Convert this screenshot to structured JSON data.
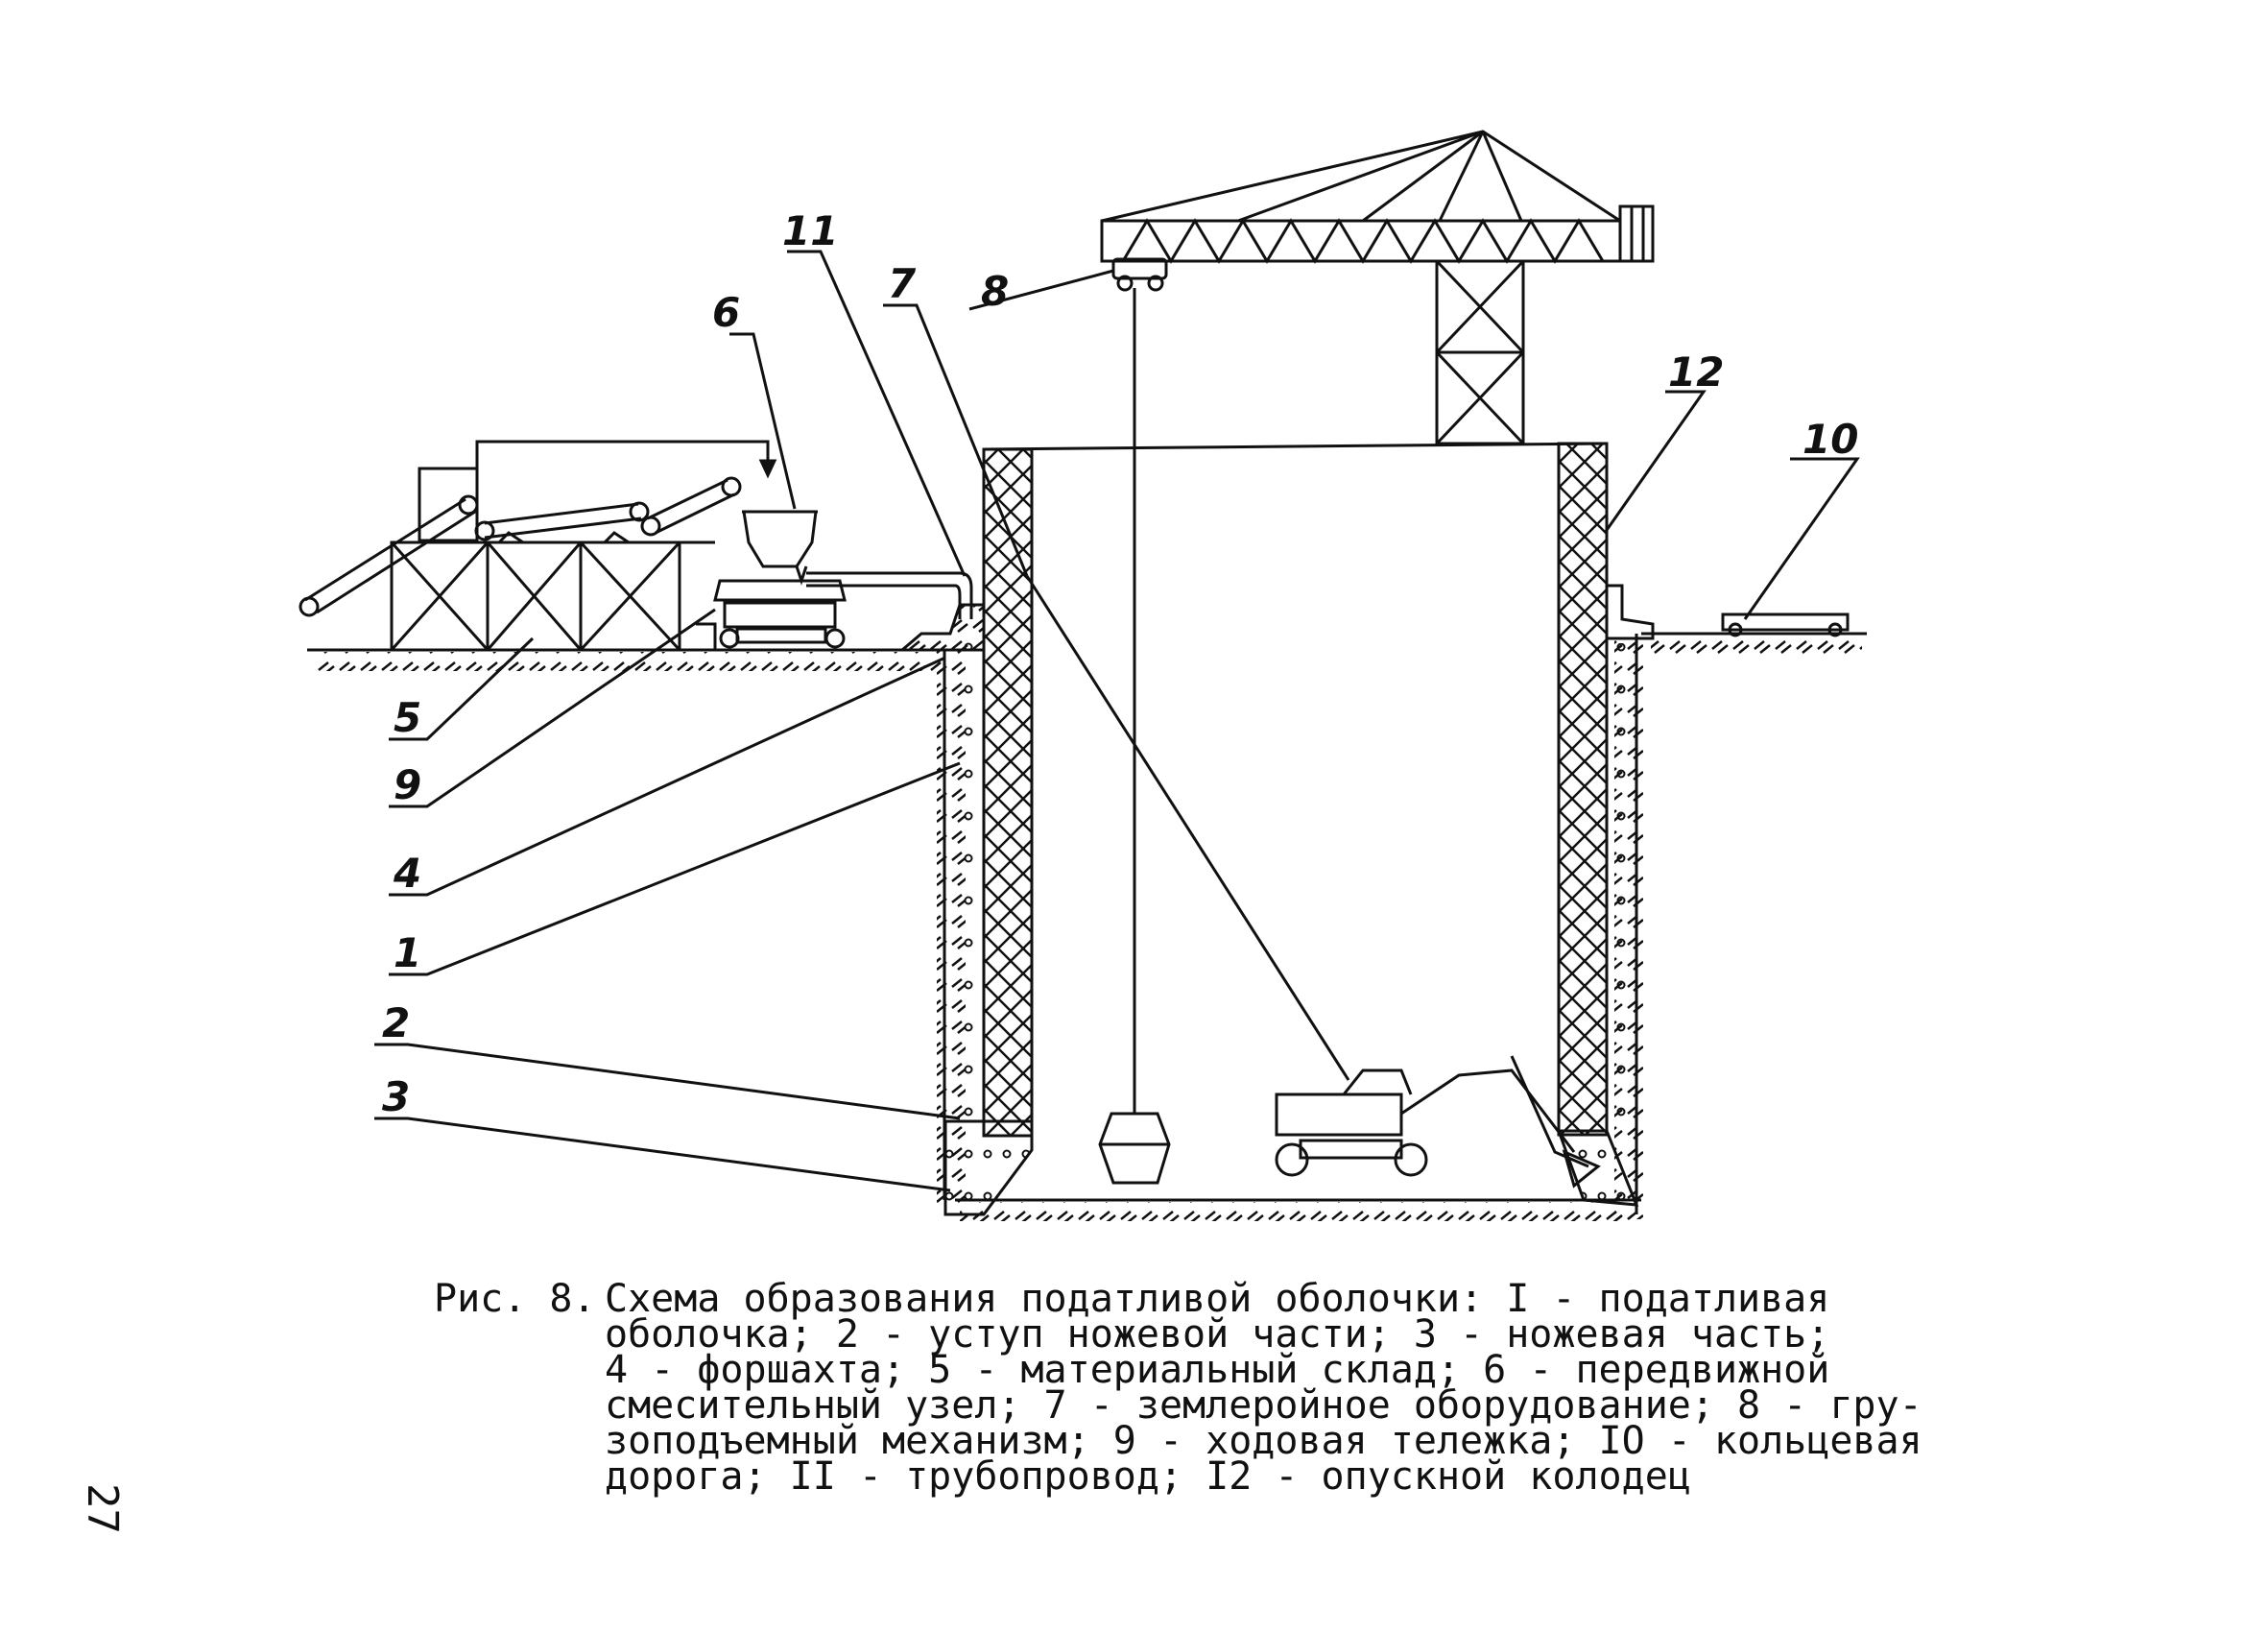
{
  "figure": {
    "labels": [
      "1",
      "2",
      "3",
      "4",
      "5",
      "6",
      "7",
      "8",
      "9",
      "10",
      "11",
      "12"
    ],
    "caption_prefix": "Рис. 8.",
    "caption_lines": [
      "Схема образования податливой оболочки: I - податливая",
      "оболочка; 2 - уступ ножевой части; 3 - ножевая часть;",
      "4 - форшахта; 5 - материальный склад; 6 - передвижной",
      "смесительный узел; 7 - землеройное оборудование; 8 - гру-",
      "зоподъемный механизм; 9 - ходовая тележка; IO - кольцевая",
      "дорога; II - трубопровод; I2 - опускной колодец"
    ]
  },
  "page_number": "27"
}
